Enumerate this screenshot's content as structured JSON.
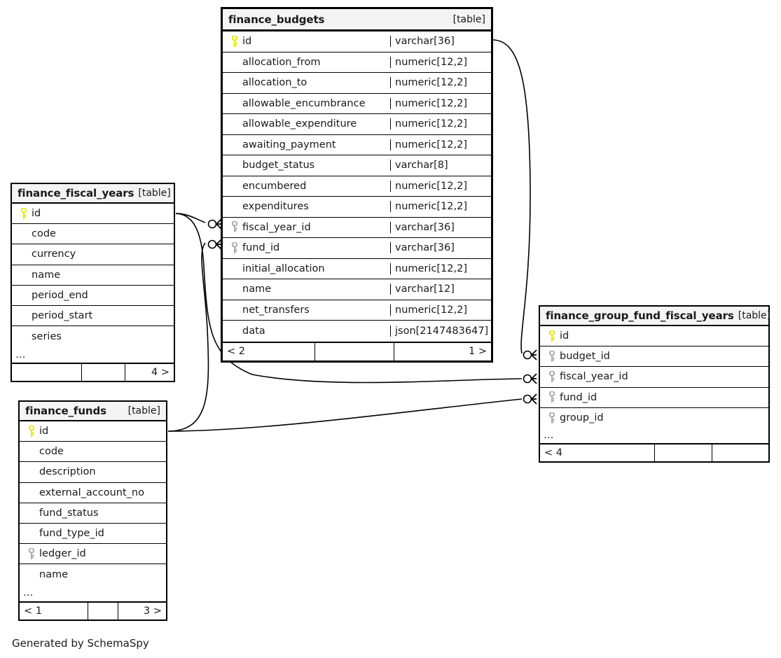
{
  "diagram": {
    "caption": "Generated by SchemaSpy",
    "table_tag": "[table]",
    "ellipsis": "…",
    "pk_icon": "yellow-key-icon",
    "fk_icon": "gray-key-icon",
    "pk_color": "#e8e800",
    "fk_color": "#a8a8a8",
    "header_bg": "#f4f4f4",
    "border_color": "#000000",
    "background": "#ffffff"
  },
  "tables": {
    "finance_budgets": {
      "name": "finance_budgets",
      "tag": "[table]",
      "columns": [
        {
          "key": "pk",
          "name": "id",
          "type": "varchar[36]"
        },
        {
          "key": "",
          "name": "allocation_from",
          "type": "numeric[12,2]"
        },
        {
          "key": "",
          "name": "allocation_to",
          "type": "numeric[12,2]"
        },
        {
          "key": "",
          "name": "allowable_encumbrance",
          "type": "numeric[12,2]"
        },
        {
          "key": "",
          "name": "allowable_expenditure",
          "type": "numeric[12,2]"
        },
        {
          "key": "",
          "name": "awaiting_payment",
          "type": "numeric[12,2]"
        },
        {
          "key": "",
          "name": "budget_status",
          "type": "varchar[8]"
        },
        {
          "key": "",
          "name": "encumbered",
          "type": "numeric[12,2]"
        },
        {
          "key": "",
          "name": "expenditures",
          "type": "numeric[12,2]"
        },
        {
          "key": "fk",
          "name": "fiscal_year_id",
          "type": "varchar[36]"
        },
        {
          "key": "fk",
          "name": "fund_id",
          "type": "varchar[36]"
        },
        {
          "key": "",
          "name": "initial_allocation",
          "type": "numeric[12,2]"
        },
        {
          "key": "",
          "name": "name",
          "type": "varchar[12]"
        },
        {
          "key": "",
          "name": "net_transfers",
          "type": "numeric[12,2]"
        },
        {
          "key": "",
          "name": "data",
          "type": "json[2147483647]"
        }
      ],
      "has_ellipsis": false,
      "footer": [
        "< 2",
        "",
        "1 >"
      ]
    },
    "finance_fiscal_years": {
      "name": "finance_fiscal_years",
      "tag": "[table]",
      "columns": [
        {
          "key": "pk",
          "name": "id",
          "type": ""
        },
        {
          "key": "",
          "name": "code",
          "type": ""
        },
        {
          "key": "",
          "name": "currency",
          "type": ""
        },
        {
          "key": "",
          "name": "name",
          "type": ""
        },
        {
          "key": "",
          "name": "period_end",
          "type": ""
        },
        {
          "key": "",
          "name": "period_start",
          "type": ""
        },
        {
          "key": "",
          "name": "series",
          "type": ""
        }
      ],
      "has_ellipsis": true,
      "footer": [
        "",
        "",
        "4 >"
      ]
    },
    "finance_funds": {
      "name": "finance_funds",
      "tag": "[table]",
      "columns": [
        {
          "key": "pk",
          "name": "id",
          "type": ""
        },
        {
          "key": "",
          "name": "code",
          "type": ""
        },
        {
          "key": "",
          "name": "description",
          "type": ""
        },
        {
          "key": "",
          "name": "external_account_no",
          "type": ""
        },
        {
          "key": "",
          "name": "fund_status",
          "type": ""
        },
        {
          "key": "",
          "name": "fund_type_id",
          "type": ""
        },
        {
          "key": "fk",
          "name": "ledger_id",
          "type": ""
        },
        {
          "key": "",
          "name": "name",
          "type": ""
        }
      ],
      "has_ellipsis": true,
      "footer": [
        "< 1",
        "",
        "3 >"
      ]
    },
    "finance_group_fund_fiscal_years": {
      "name": "finance_group_fund_fiscal_years",
      "tag": "[table]",
      "columns": [
        {
          "key": "pk",
          "name": "id",
          "type": ""
        },
        {
          "key": "fk",
          "name": "budget_id",
          "type": ""
        },
        {
          "key": "fk",
          "name": "fiscal_year_id",
          "type": ""
        },
        {
          "key": "fk",
          "name": "fund_id",
          "type": ""
        },
        {
          "key": "fk",
          "name": "group_id",
          "type": ""
        }
      ],
      "has_ellipsis": true,
      "footer": [
        "< 4",
        "",
        ""
      ]
    }
  },
  "relationships": [
    {
      "from": "finance_fiscal_years.id",
      "to": "finance_budgets.fiscal_year_id",
      "notation": "zero-or-many"
    },
    {
      "from": "finance_funds.id",
      "to": "finance_budgets.fund_id",
      "notation": "zero-or-many"
    },
    {
      "from": "finance_budgets.id",
      "to": "finance_group_fund_fiscal_years.budget_id",
      "notation": "zero-or-many"
    },
    {
      "from": "finance_fiscal_years.id",
      "to": "finance_group_fund_fiscal_years.fiscal_year_id",
      "notation": "zero-or-many"
    },
    {
      "from": "finance_funds.id",
      "to": "finance_group_fund_fiscal_years.fund_id",
      "notation": "zero-or-many"
    }
  ]
}
